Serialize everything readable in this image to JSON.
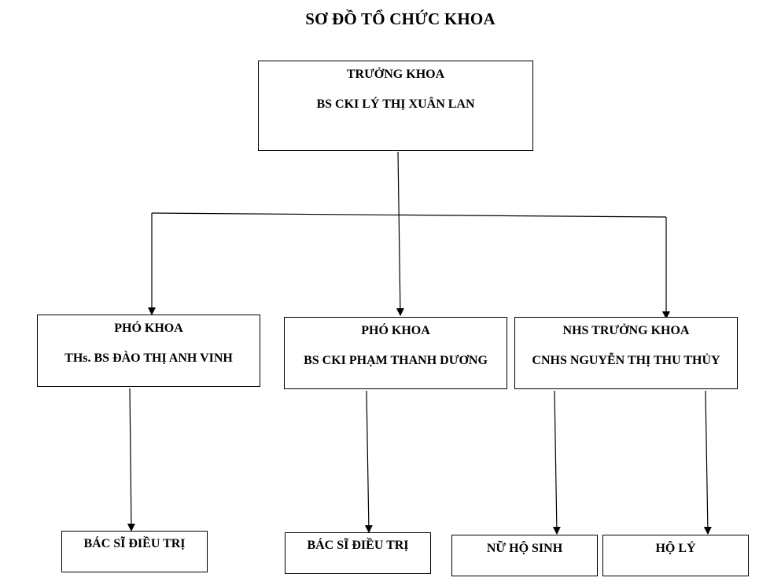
{
  "title": "SƠ ĐỒ TỔ CHỨC KHOA",
  "head": {
    "role": "TRƯỞNG KHOA",
    "name": "BS CKI LÝ THỊ XUÂN LAN"
  },
  "deputies": [
    {
      "role": "PHÓ KHOA",
      "name": "THs. BS ĐÀO THỊ ANH VINH"
    },
    {
      "role": "PHÓ KHOA",
      "name": "BS CKI PHẠM THANH DƯƠNG"
    },
    {
      "role": "NHS TRƯỞNG KHOA",
      "name": "CNHS NGUYỄN THỊ THU THỦY"
    }
  ],
  "staff": [
    {
      "label": "BÁC SĨ ĐIỀU TRỊ"
    },
    {
      "label": "BÁC SĨ ĐIỀU TRỊ"
    },
    {
      "label": "NỮ HỘ SINH"
    },
    {
      "label": "HỘ LÝ"
    }
  ],
  "colors": {
    "line": "#000000",
    "box_border": "#000000",
    "background": "#ffffff"
  }
}
